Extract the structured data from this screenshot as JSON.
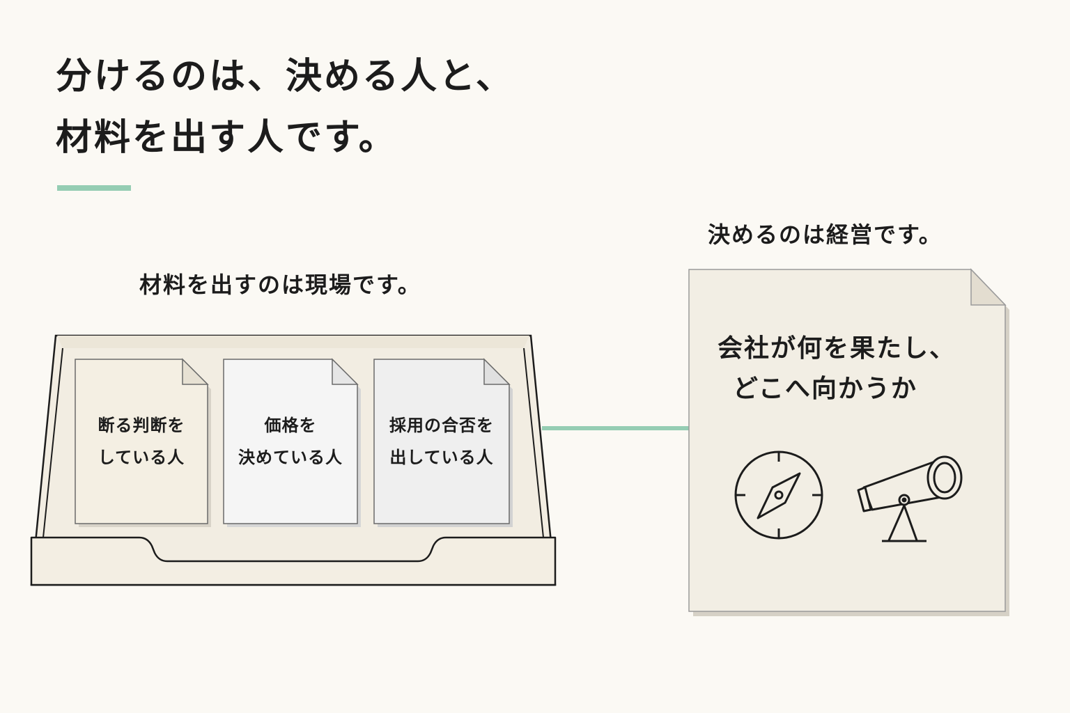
{
  "title": {
    "line1": "分けるのは、決める人と、",
    "line2": "材料を出す人です。"
  },
  "colors": {
    "accent": "#95cdb3",
    "background": "#fbf9f4",
    "tray": "#f2ede2",
    "doc_beige": "#f4efe3",
    "doc_white": "#f5f5f5",
    "doc_gray": "#efefef",
    "ink": "#1c1c1c"
  },
  "field": {
    "caption": "材料を出すのは現場です。",
    "documents": [
      {
        "line1": "断る判断を",
        "line2": "している人"
      },
      {
        "line1": "価格を",
        "line2": "決めている人"
      },
      {
        "line1": "採用の合否を",
        "line2": "出している人"
      }
    ]
  },
  "management": {
    "caption": "決めるのは経営です。",
    "doc_line1": "会社が何を果たし、",
    "doc_line2": "どこへ向かうか",
    "icons": [
      "compass-icon",
      "telescope-icon"
    ]
  }
}
